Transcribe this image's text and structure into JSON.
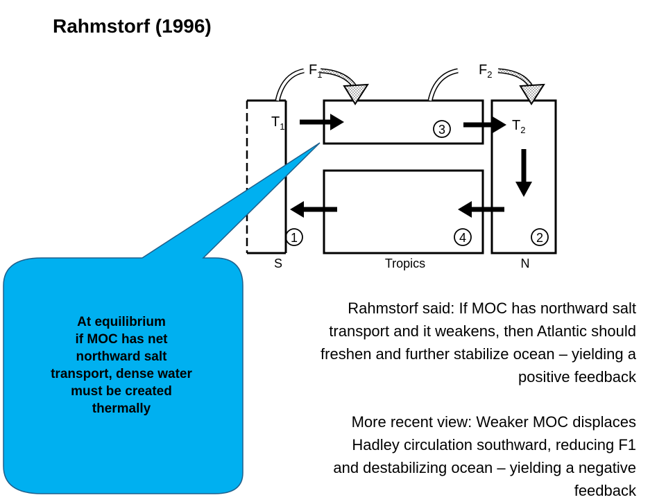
{
  "title": "Rahmstorf (1996)",
  "diagram": {
    "flux_labels": {
      "f1": "F",
      "f1_sub": "1",
      "f2": "F",
      "f2_sub": "2"
    },
    "temp_labels": {
      "t1": "T",
      "t1_sub": "1",
      "t2": "T",
      "t2_sub": "2"
    },
    "box_numbers": [
      "1",
      "2",
      "3",
      "4"
    ],
    "region_labels": {
      "south": "S",
      "tropics": "Tropics",
      "north": "N"
    }
  },
  "callout": {
    "lines": [
      "At equilibrium",
      "if MOC has net",
      "northward salt",
      "transport, dense water",
      "must be created",
      "thermally"
    ],
    "fill_color": "#00b0f0"
  },
  "paragraphs": [
    {
      "lines": [
        "Rahmstorf said: If MOC has northward salt",
        "transport and it weakens, then Atlantic should",
        "freshen and further stabilize ocean – yielding a",
        "positive feedback"
      ]
    },
    {
      "lines": [
        "More recent view:  Weaker MOC displaces",
        "Hadley circulation southward, reducing  F1",
        "and destabilizing ocean – yielding a negative",
        "feedback"
      ]
    }
  ]
}
